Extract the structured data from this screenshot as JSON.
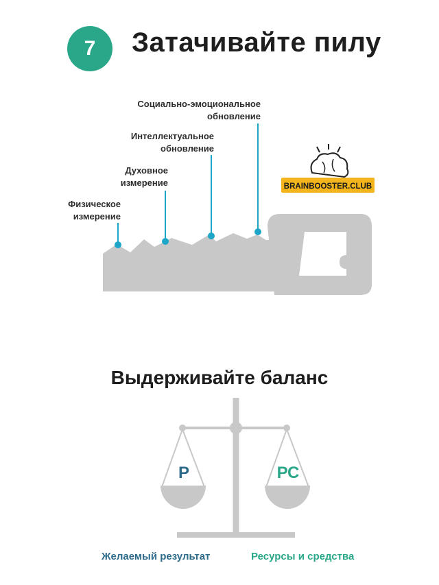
{
  "header": {
    "step_number": "7",
    "title": "Затачивайте пилу"
  },
  "saw": {
    "labels": [
      {
        "line1": "Физическое",
        "line2": "измерение"
      },
      {
        "line1": "Духовное",
        "line2": "измерение"
      },
      {
        "line1": "Интеллектуальное",
        "line2": "обновление"
      },
      {
        "line1": "Социально-эмоциональное",
        "line2": "обновление"
      }
    ],
    "colors": {
      "body": "#c8c8c8",
      "marker": "#1ea6c9"
    }
  },
  "brand": {
    "text": "BRAINBOOSTER.CLUB",
    "color": "#f3b51b"
  },
  "balance": {
    "title": "Выдерживайте баланс",
    "left_pan": "Р",
    "right_pan": "РС",
    "left_caption": "Желаемый результат",
    "right_caption": "Ресурсы и средства",
    "colors": {
      "left": "#2d6b8a",
      "right": "#2aa788"
    }
  }
}
